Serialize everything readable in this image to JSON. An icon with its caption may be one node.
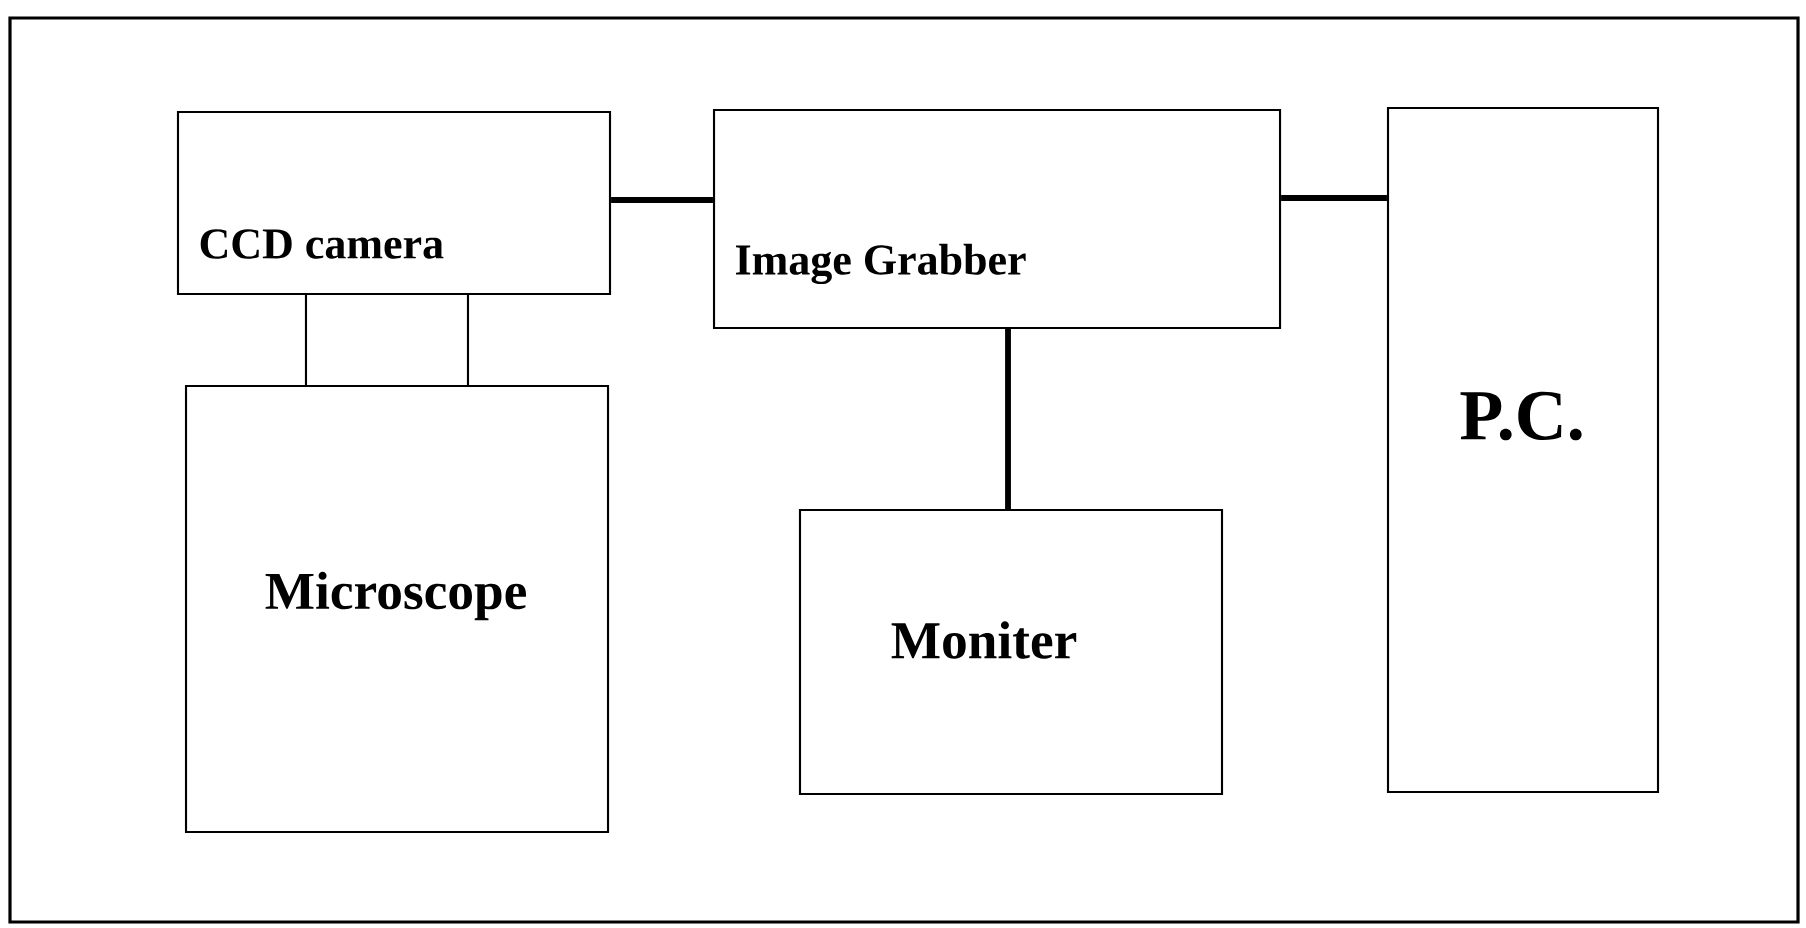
{
  "diagram": {
    "nodes": [
      {
        "text": [
          "CCD camera"
        ]
      },
      {
        "text": [],
        "shape": "box"
      },
      {
        "text": [
          "Microscope"
        ]
      },
      {
        "text": [
          "Image Grabber"
        ]
      },
      {
        "text": [
          "Moniter"
        ]
      },
      {
        "text": [
          "P.C."
        ]
      }
    ],
    "edges": [
      {
        "from": 0,
        "to": 3,
        "arrow": "none"
      },
      {
        "from": 3,
        "to": 5,
        "arrow": "none"
      },
      {
        "from": 3,
        "to": 4,
        "arrow": "none"
      }
    ]
  }
}
